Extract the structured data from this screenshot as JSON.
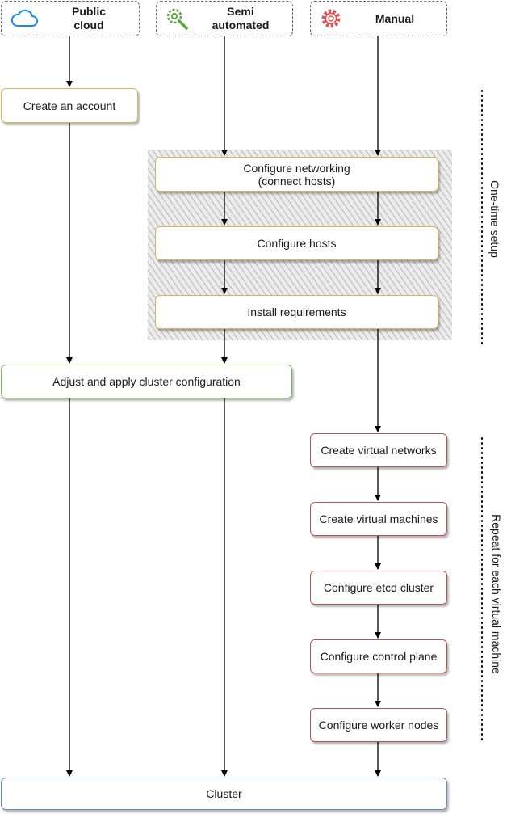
{
  "headers": {
    "public_cloud": "Public\ncloud",
    "semi_automated": "Semi\nautomated",
    "manual": "Manual"
  },
  "steps": {
    "create_account": "Create an account",
    "configure_networking": "Configure networking\n(connect hosts)",
    "configure_hosts": "Configure hosts",
    "install_requirements": "Install requirements",
    "adjust_apply": "Adjust and apply cluster configuration",
    "create_virtual_networks": "Create virtual networks",
    "create_virtual_machines": "Create virtual machines",
    "configure_etcd": "Configure etcd cluster",
    "configure_control_plane": "Configure control plane",
    "configure_worker_nodes": "Configure worker nodes",
    "cluster": "Cluster"
  },
  "side_labels": {
    "one_time_setup": "One-time setup",
    "repeat_each_vm": "Repeat for each virtual machine"
  },
  "icons": {
    "public_cloud": "cloud-icon",
    "semi_automated": "magnifier-gear-icon",
    "manual": "gear-icon"
  },
  "colors": {
    "yellow_border": "#d6b656",
    "green_border": "#82b366",
    "red_border": "#b85450",
    "blue_border": "#6c8ebf",
    "cloud_blue": "#1e88e5",
    "semi_green": "#5aa83c",
    "manual_red": "#e05252"
  }
}
